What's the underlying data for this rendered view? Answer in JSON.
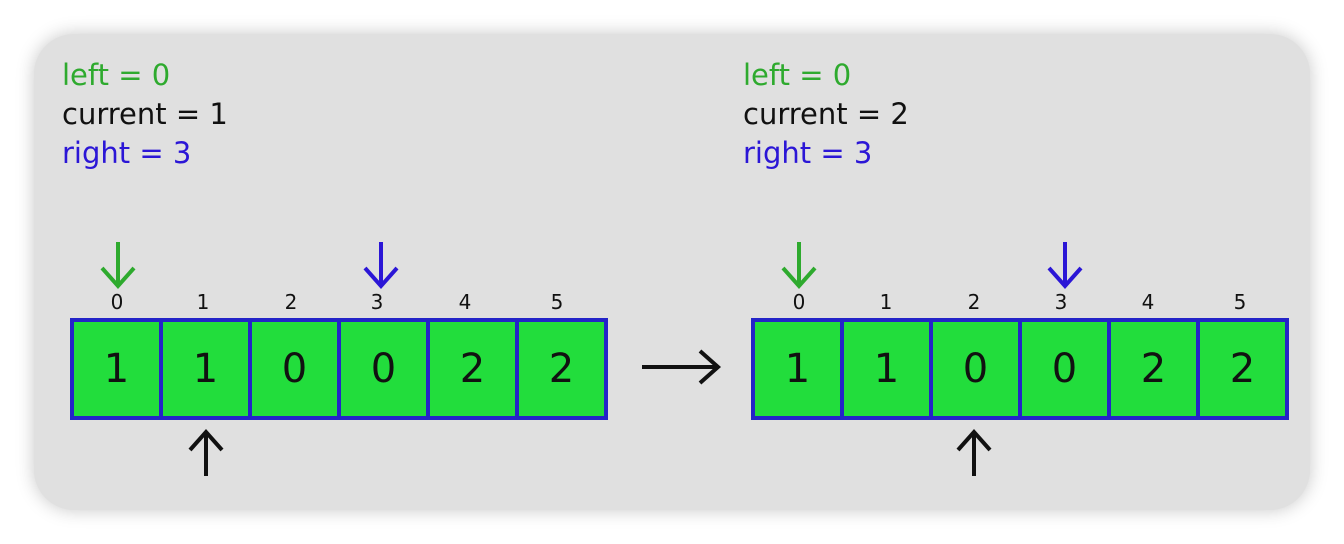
{
  "colors": {
    "left": "#2eaa2e",
    "current": "#111111",
    "right": "#2b16d6",
    "cell_fill": "#22dd3c",
    "cell_border": "#2424c8"
  },
  "panels": [
    {
      "left_text": "left = 0",
      "current_text": "current = 1",
      "right_text": "right = 3",
      "indices": [
        "0",
        "1",
        "2",
        "3",
        "4",
        "5"
      ],
      "values": [
        "1",
        "1",
        "0",
        "0",
        "2",
        "2"
      ],
      "left_index": 0,
      "current_index": 1,
      "right_index": 3
    },
    {
      "left_text": "left = 0",
      "current_text": "current = 2",
      "right_text": "right = 3",
      "indices": [
        "0",
        "1",
        "2",
        "3",
        "4",
        "5"
      ],
      "values": [
        "1",
        "1",
        "0",
        "0",
        "2",
        "2"
      ],
      "left_index": 0,
      "current_index": 2,
      "right_index": 3
    }
  ]
}
